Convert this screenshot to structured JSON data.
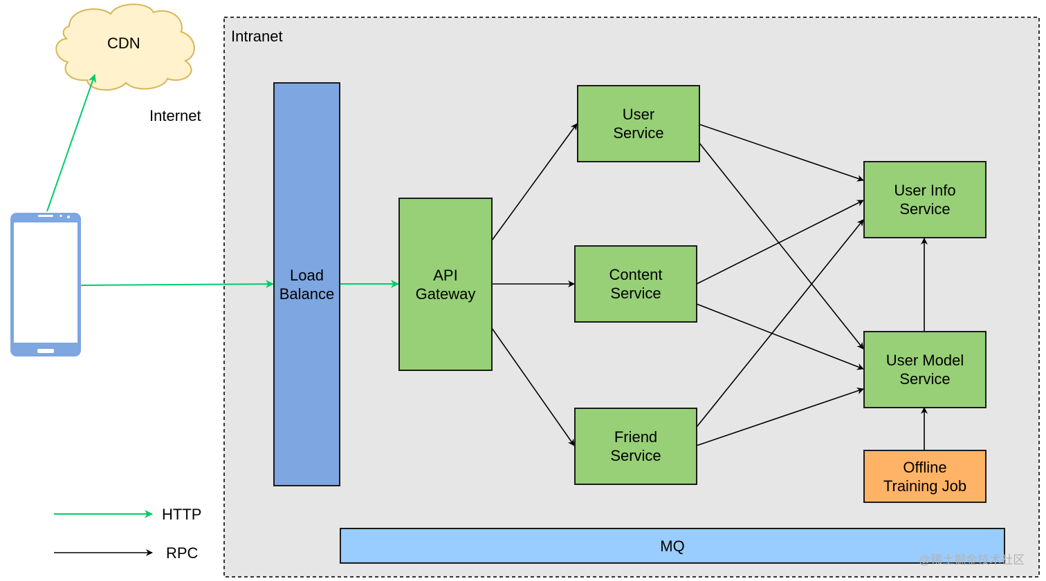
{
  "intranet": {
    "label": "Intranet"
  },
  "internet": {
    "label": "Internet"
  },
  "cdn": {
    "label": "CDN"
  },
  "nodes": {
    "load_balance": "Load\nBalance",
    "api_gateway": "API\nGateway",
    "user_service": "User\nService",
    "content_service": "Content\nService",
    "friend_service": "Friend\nService",
    "user_info_service": "User Info\nService",
    "user_model_service": "User Model\nService",
    "offline_training_job": "Offline\nTraining Job",
    "mq": "MQ"
  },
  "legend": {
    "http": "HTTP",
    "rpc": "RPC"
  },
  "colors": {
    "service": "#97d077",
    "load_balance": "#7ea6e0",
    "offline_job": "#ffb366",
    "mq": "#99ccff",
    "cdn_fill": "#fff2cc",
    "cdn_stroke": "#d6b656",
    "http_arrow": "#00cc66",
    "rpc_arrow": "#000000",
    "phone": "#7ea6e0",
    "intranet_bg": "#e6e6e6"
  },
  "watermark": "@稀土掘金技术社区"
}
